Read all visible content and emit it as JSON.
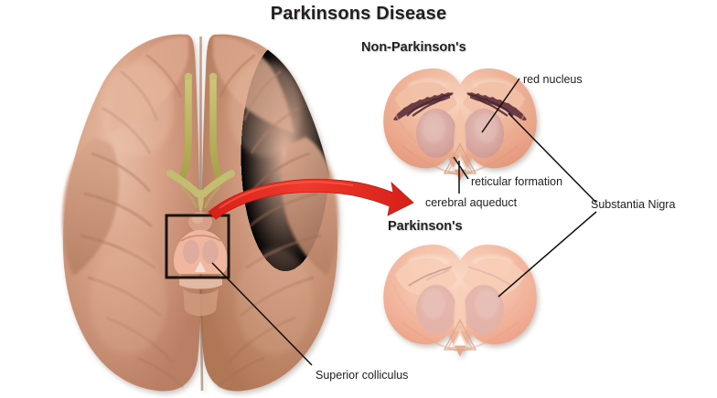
{
  "figure": {
    "title": "Parkinsons Disease",
    "background_color": "#ffffff",
    "type": "medical-illustration",
    "subject": "midbrain substantia nigra comparison"
  },
  "panels": {
    "brain": {
      "name": "inferior view of human brain",
      "tissue_color": "#d5a086",
      "tract_color": "#b5b05a",
      "highlight_box_color": "#1a1310"
    },
    "section_top": {
      "heading": "Non-Parkinson's",
      "nigra_state": "dark pigmented band present",
      "nigra_color": "#6a3b44"
    },
    "section_bottom": {
      "heading": "Parkinson's",
      "nigra_state": "pigmented band faded / depleted",
      "nigra_color": "#c9837e"
    }
  },
  "arrow": {
    "name": "magnification arrow",
    "color": "#e12b22",
    "from": "brainstem box",
    "to": "Non-Parkinson's section"
  },
  "labels": {
    "red_nucleus": "red nucleus",
    "reticular_formation": "reticular formation",
    "cerebral_aqueduct": "cerebral aqueduct",
    "substantia_nigra": "Substantia Nigra",
    "superior_colliculus": "Superior colliculus"
  },
  "colors": {
    "text": "#211d1c",
    "leader_line": "#140f0e",
    "tissue_light": "#f3c5ab",
    "tissue_mid": "#e8a387",
    "tissue_deep": "#dd8f76",
    "peduncle": "#e9b3a6"
  }
}
